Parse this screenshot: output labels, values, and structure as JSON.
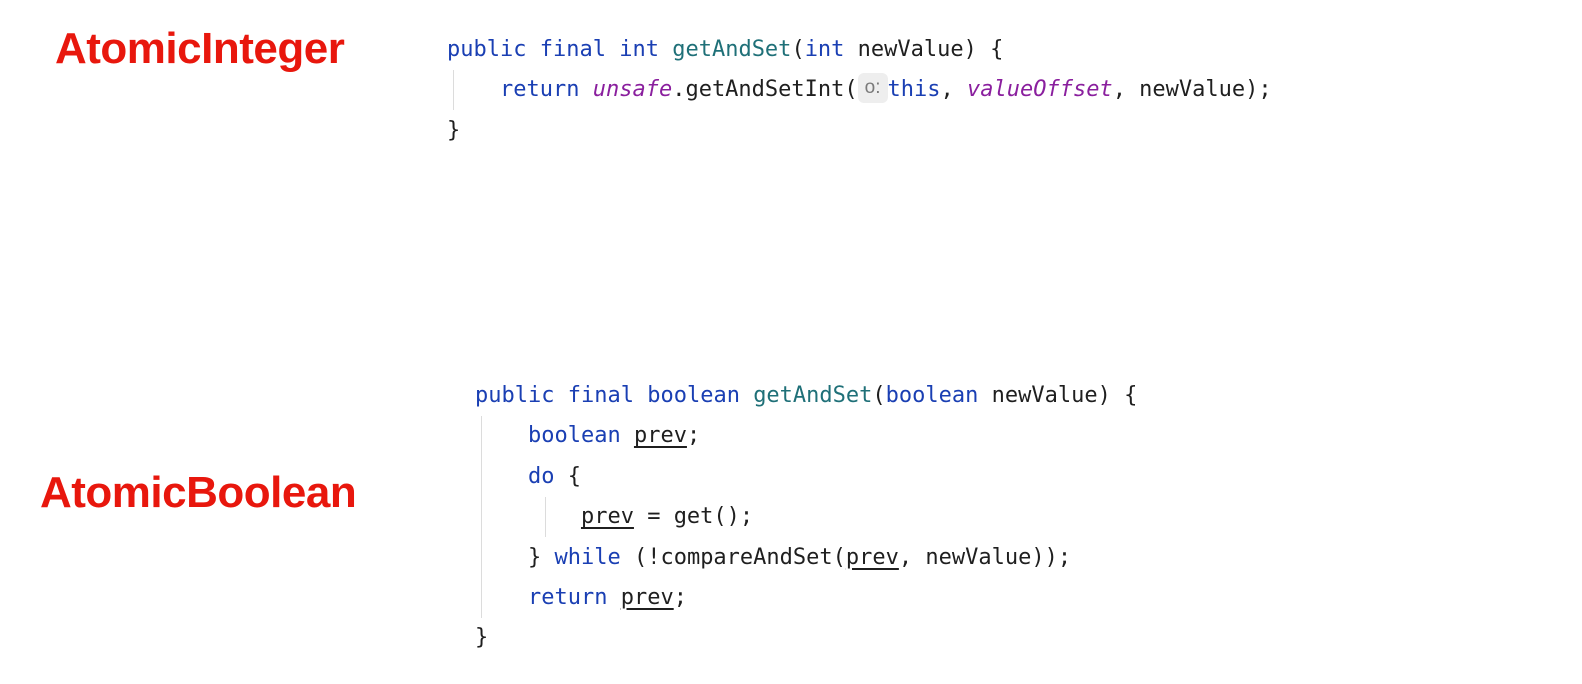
{
  "headings": {
    "integer": "AtomicInteger",
    "boolean": "AtomicBoolean"
  },
  "colors": {
    "heading": "#e8170d",
    "keyword": "#1a3fb3",
    "method": "#1f7078",
    "field": "#8a1f9e",
    "text": "#1f1f1f",
    "hint_background": "#eeeeee"
  },
  "integer_code": {
    "line1": {
      "kw_public": "public",
      "kw_final": "final",
      "kw_int": "int",
      "method": "getAndSet",
      "open_paren": "(",
      "param_type": "int",
      "param_rest": " newValue) {"
    },
    "line2": {
      "kw_return": "return",
      "receiver": "unsafe",
      "call": ".getAndSetInt(",
      "hint": "o:",
      "kw_this": "this",
      "comma1": ", ",
      "field": "valueOffset",
      "rest": ", newValue);"
    },
    "line3": {
      "close": "}"
    }
  },
  "boolean_code": {
    "line1": {
      "kw_public": "public",
      "kw_final": "final",
      "kw_boolean": "boolean",
      "method": "getAndSet",
      "open_paren": "(",
      "param_type": "boolean",
      "param_rest": " newValue) {"
    },
    "line2": {
      "kw_boolean": "boolean",
      "var": "prev",
      "semi": ";"
    },
    "line3": {
      "kw_do": "do",
      "brace": " {"
    },
    "line4": {
      "var": "prev",
      "rest": " = get();"
    },
    "line5": {
      "close": "} ",
      "kw_while": "while",
      "call": " (!compareAndSet(",
      "var": "prev",
      "rest": ", newValue));"
    },
    "line6": {
      "kw_return": "return",
      "var": "prev",
      "semi": ";"
    },
    "line7": {
      "close": "}"
    }
  }
}
